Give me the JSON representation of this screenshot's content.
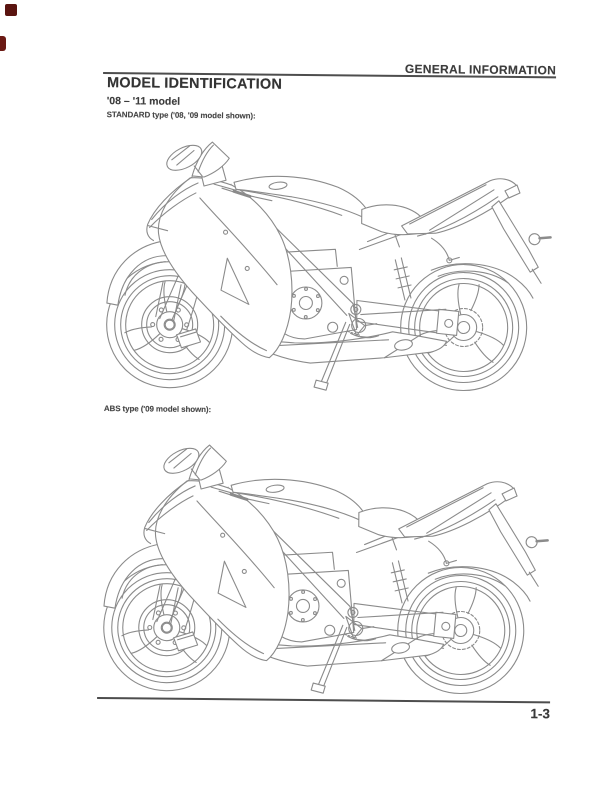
{
  "page": {
    "header": {
      "section_label": "GENERAL INFORMATION"
    },
    "content": {
      "title": "MODEL IDENTIFICATION",
      "model_range": "'08 – '11 model",
      "figures": [
        {
          "caption": "STANDARD type ('08, '09 model shown):",
          "illustration": "sportbike-left-side-line-drawing"
        },
        {
          "caption": "ABS type ('09 model shown):",
          "illustration": "sportbike-abs-left-side-line-drawing"
        }
      ]
    },
    "footer": {
      "page_number": "1-3"
    },
    "colors": {
      "paper": "#ffffff",
      "text": "#3a3a3a",
      "rule": "#4d4d4d",
      "line_art": "#8b8b8b",
      "scan_mark": "#5a1410"
    }
  }
}
